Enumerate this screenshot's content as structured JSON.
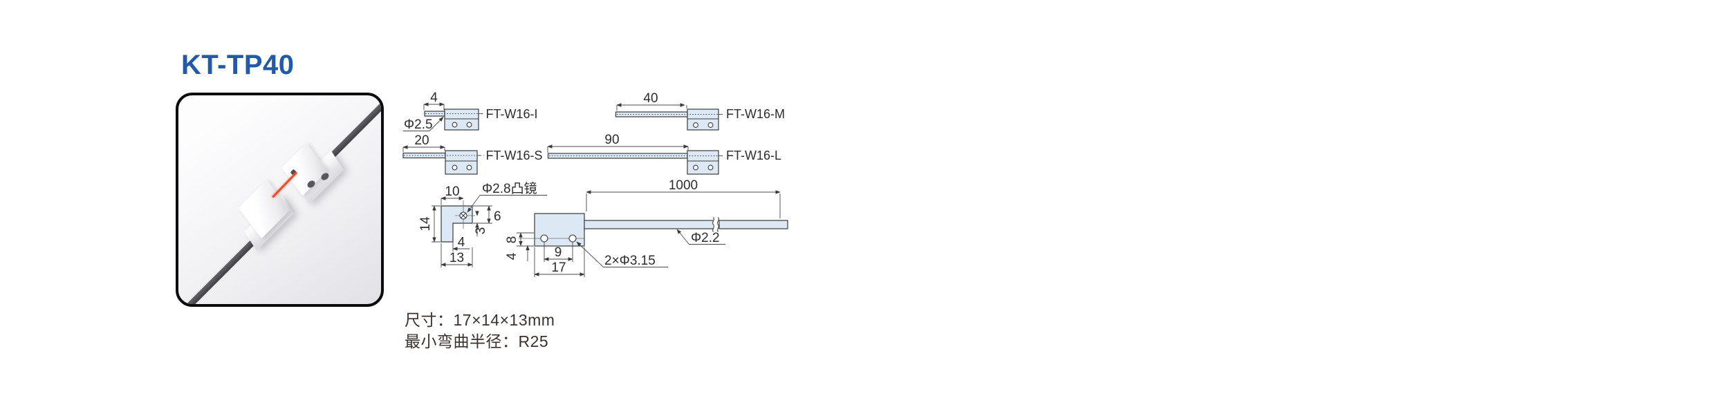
{
  "title": "KT-TP40",
  "colors": {
    "accent_blue": "#215aa8",
    "drawing_fill": "#dce9f5",
    "beam_red": "#ee4c2b"
  },
  "drawings": {
    "brackets": [
      {
        "model": "FT-W16-I",
        "length": "4"
      },
      {
        "model": "FT-W16-M",
        "length": "40"
      },
      {
        "model": "FT-W16-S",
        "length": "20"
      },
      {
        "model": "FT-W16-L",
        "length": "90"
      }
    ],
    "tip_diameter": "Φ2.5",
    "lens_label": "Φ2.8凸镜",
    "side_view": {
      "width_top": "10",
      "height": "14",
      "leg_width": "4",
      "width_bottom": "13",
      "lens_offset_top": "6",
      "lens_offset_bottom": "3"
    },
    "front_view": {
      "height_top": "8",
      "height_bottom": "4",
      "hole_pitch": "9",
      "width": "17",
      "holes_label": "2×Φ3.15"
    },
    "cable": {
      "length": "1000",
      "diameter_label": "Φ2.2"
    }
  },
  "specs": [
    "尺寸：17×14×13mm",
    "最小弯曲半径：R25"
  ]
}
